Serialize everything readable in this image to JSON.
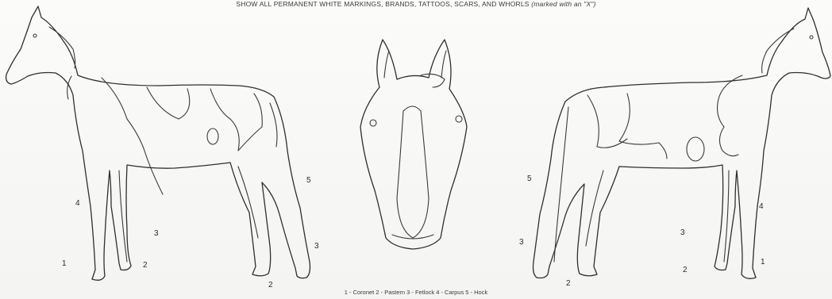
{
  "header": {
    "instruction": "SHOW ALL PERMANENT WHITE MARKINGS, BRANDS, TATTOOS, SCARS, AND WHORLS",
    "note": "(marked with an \"X\")"
  },
  "footer": {
    "legend": "1 - Coronet  2 - Pastern  3 - Fetlock  4 - Carpus  5 - Hock"
  },
  "views": {
    "left_side": {
      "labels": [
        "1",
        "2",
        "3",
        "4",
        "5",
        "2",
        "3"
      ]
    },
    "front": {
      "labels": []
    },
    "right_side": {
      "labels": [
        "5",
        "3",
        "2",
        "3",
        "4",
        "2",
        "1"
      ]
    }
  }
}
